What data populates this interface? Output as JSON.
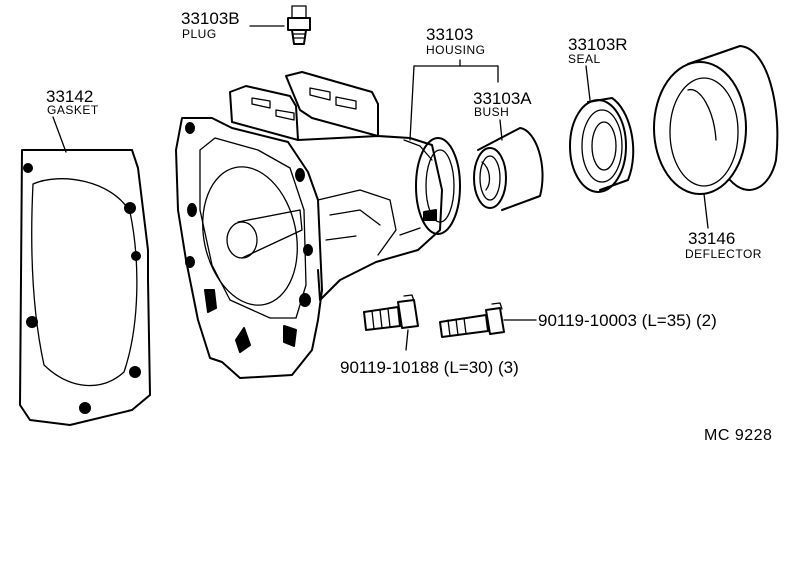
{
  "parts": {
    "plug": {
      "number": "33103B",
      "name": "PLUG"
    },
    "housing": {
      "number": "33103",
      "name": "HOUSING"
    },
    "bush": {
      "number": "33103A",
      "name": "BUSH"
    },
    "seal": {
      "number": "33103R",
      "name": "SEAL"
    },
    "gasket": {
      "number": "33142",
      "name": "GASKET"
    },
    "deflector": {
      "number": "33146",
      "name": "DEFLECTOR"
    },
    "bolt_a": {
      "text": "90119-10003 (L=35) (2)"
    },
    "bolt_b": {
      "text": "90119-10188 (L=30) (3)"
    }
  },
  "reference": "MC  9228"
}
